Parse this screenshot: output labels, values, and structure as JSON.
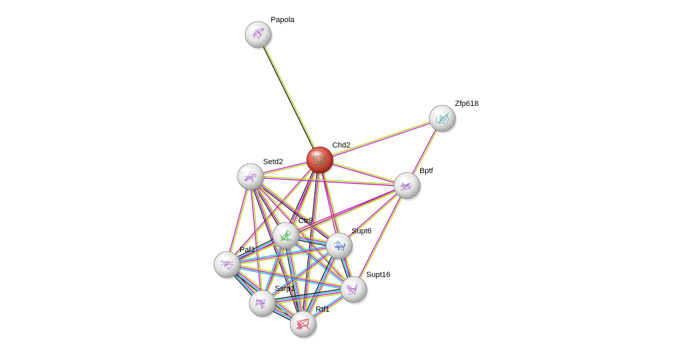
{
  "network": {
    "nodes": [
      {
        "id": "Papola",
        "label": "Papola",
        "query": false,
        "structure_color": "#9b5fc0"
      },
      {
        "id": "Chd2",
        "label": "Chd2",
        "query": true,
        "structure_color": "#3a7d3a"
      },
      {
        "id": "Zfp618",
        "label": "Zfp618",
        "query": false,
        "structure_color": "#4aa0a8"
      },
      {
        "id": "Setd2",
        "label": "Setd2",
        "query": false,
        "structure_color": "#9b5fc0"
      },
      {
        "id": "Bptf",
        "label": "Bptf",
        "query": false,
        "structure_color": "#9b5fc0"
      },
      {
        "id": "Ctr9",
        "label": "Ctr9",
        "query": false,
        "structure_color": "#3aa83a"
      },
      {
        "id": "Supt6",
        "label": "Supt6",
        "query": false,
        "structure_color": "#3060c0"
      },
      {
        "id": "Paf1",
        "label": "Paf1",
        "query": false,
        "structure_color": "#9b5fc0"
      },
      {
        "id": "Supt16",
        "label": "Supt16",
        "query": false,
        "structure_color": "#9b5fc0"
      },
      {
        "id": "Ssrp1",
        "label": "Ssrp1",
        "query": false,
        "structure_color": "#9b5fc0"
      },
      {
        "id": "Rtf1",
        "label": "Rtf1",
        "query": false,
        "structure_color": "#d02040"
      }
    ],
    "edge_colors": {
      "coexpression": "#222222",
      "textmining": "#b8d41a",
      "experiments": "#c020c0",
      "databases": "#20b8d8",
      "homology": "#6060e0"
    },
    "edges": [
      {
        "a": "Papola",
        "b": "Chd2",
        "evidence": [
          "textmining",
          "coexpression"
        ]
      },
      {
        "a": "Chd2",
        "b": "Zfp618",
        "evidence": [
          "textmining",
          "experiments"
        ]
      },
      {
        "a": "Chd2",
        "b": "Setd2",
        "evidence": [
          "textmining",
          "experiments"
        ]
      },
      {
        "a": "Chd2",
        "b": "Bptf",
        "evidence": [
          "textmining",
          "experiments"
        ]
      },
      {
        "a": "Chd2",
        "b": "Ctr9",
        "evidence": [
          "textmining",
          "experiments",
          "coexpression"
        ]
      },
      {
        "a": "Chd2",
        "b": "Supt6",
        "evidence": [
          "textmining",
          "experiments"
        ]
      },
      {
        "a": "Chd2",
        "b": "Paf1",
        "evidence": [
          "textmining",
          "experiments"
        ]
      },
      {
        "a": "Chd2",
        "b": "Supt16",
        "evidence": [
          "textmining",
          "experiments"
        ]
      },
      {
        "a": "Chd2",
        "b": "Ssrp1",
        "evidence": [
          "textmining",
          "experiments"
        ]
      },
      {
        "a": "Chd2",
        "b": "Rtf1",
        "evidence": [
          "textmining",
          "experiments",
          "coexpression"
        ]
      },
      {
        "a": "Zfp618",
        "b": "Bptf",
        "evidence": [
          "textmining",
          "experiments"
        ]
      },
      {
        "a": "Setd2",
        "b": "Bptf",
        "evidence": [
          "textmining",
          "experiments"
        ]
      },
      {
        "a": "Setd2",
        "b": "Ctr9",
        "evidence": [
          "textmining",
          "experiments",
          "coexpression"
        ]
      },
      {
        "a": "Setd2",
        "b": "Supt6",
        "evidence": [
          "textmining",
          "experiments",
          "coexpression"
        ]
      },
      {
        "a": "Setd2",
        "b": "Paf1",
        "evidence": [
          "textmining",
          "experiments"
        ]
      },
      {
        "a": "Setd2",
        "b": "Supt16",
        "evidence": [
          "textmining",
          "experiments"
        ]
      },
      {
        "a": "Setd2",
        "b": "Ssrp1",
        "evidence": [
          "textmining",
          "experiments"
        ]
      },
      {
        "a": "Setd2",
        "b": "Rtf1",
        "evidence": [
          "textmining",
          "experiments",
          "coexpression"
        ]
      },
      {
        "a": "Bptf",
        "b": "Ctr9",
        "evidence": [
          "textmining",
          "experiments"
        ]
      },
      {
        "a": "Bptf",
        "b": "Supt6",
        "evidence": [
          "textmining",
          "experiments"
        ]
      },
      {
        "a": "Bptf",
        "b": "Paf1",
        "evidence": [
          "textmining",
          "experiments"
        ]
      },
      {
        "a": "Bptf",
        "b": "Supt16",
        "evidence": [
          "textmining",
          "experiments"
        ]
      },
      {
        "a": "Ctr9",
        "b": "Supt6",
        "evidence": [
          "textmining",
          "experiments",
          "databases",
          "coexpression"
        ]
      },
      {
        "a": "Ctr9",
        "b": "Paf1",
        "evidence": [
          "textmining",
          "experiments",
          "databases",
          "coexpression"
        ]
      },
      {
        "a": "Ctr9",
        "b": "Supt16",
        "evidence": [
          "textmining",
          "experiments",
          "databases"
        ]
      },
      {
        "a": "Ctr9",
        "b": "Ssrp1",
        "evidence": [
          "textmining",
          "experiments",
          "databases"
        ]
      },
      {
        "a": "Ctr9",
        "b": "Rtf1",
        "evidence": [
          "textmining",
          "experiments",
          "databases",
          "coexpression"
        ]
      },
      {
        "a": "Supt6",
        "b": "Paf1",
        "evidence": [
          "textmining",
          "experiments",
          "databases"
        ]
      },
      {
        "a": "Supt6",
        "b": "Supt16",
        "evidence": [
          "textmining",
          "experiments",
          "databases",
          "coexpression"
        ]
      },
      {
        "a": "Supt6",
        "b": "Ssrp1",
        "evidence": [
          "textmining",
          "experiments",
          "databases"
        ]
      },
      {
        "a": "Supt6",
        "b": "Rtf1",
        "evidence": [
          "textmining",
          "experiments",
          "databases",
          "coexpression"
        ]
      },
      {
        "a": "Paf1",
        "b": "Supt16",
        "evidence": [
          "textmining",
          "experiments",
          "databases"
        ]
      },
      {
        "a": "Paf1",
        "b": "Ssrp1",
        "evidence": [
          "textmining",
          "experiments",
          "databases",
          "coexpression"
        ]
      },
      {
        "a": "Paf1",
        "b": "Rtf1",
        "evidence": [
          "textmining",
          "experiments",
          "databases",
          "coexpression"
        ]
      },
      {
        "a": "Supt16",
        "b": "Ssrp1",
        "evidence": [
          "textmining",
          "experiments",
          "databases",
          "coexpression"
        ]
      },
      {
        "a": "Supt16",
        "b": "Rtf1",
        "evidence": [
          "textmining",
          "experiments",
          "databases"
        ]
      },
      {
        "a": "Ssrp1",
        "b": "Rtf1",
        "evidence": [
          "textmining",
          "experiments",
          "databases",
          "coexpression"
        ]
      }
    ]
  }
}
